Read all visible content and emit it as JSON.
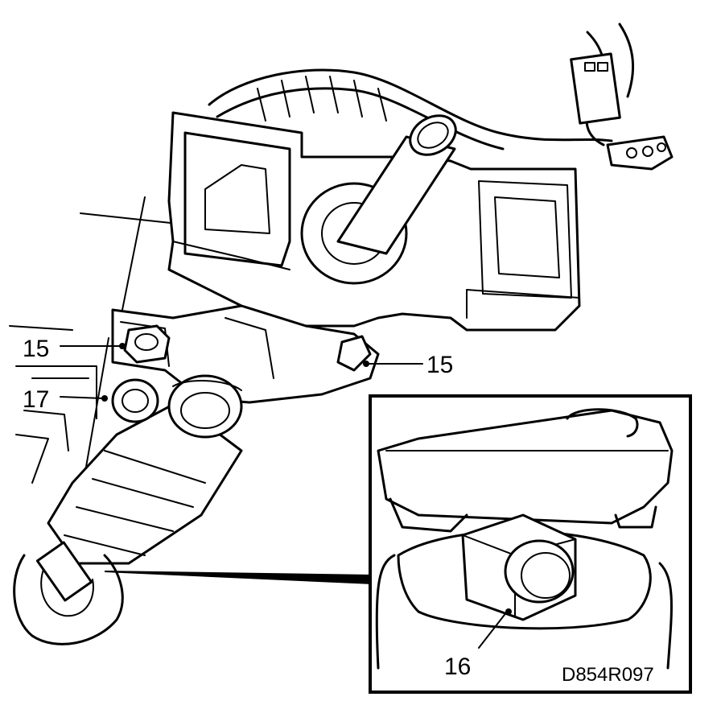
{
  "callouts": {
    "c15_left": "15",
    "c15_right": "15",
    "c17": "17",
    "c16": "16"
  },
  "figure_code": "D854R097",
  "colors": {
    "ink": "#000000",
    "paper": "#ffffff"
  }
}
